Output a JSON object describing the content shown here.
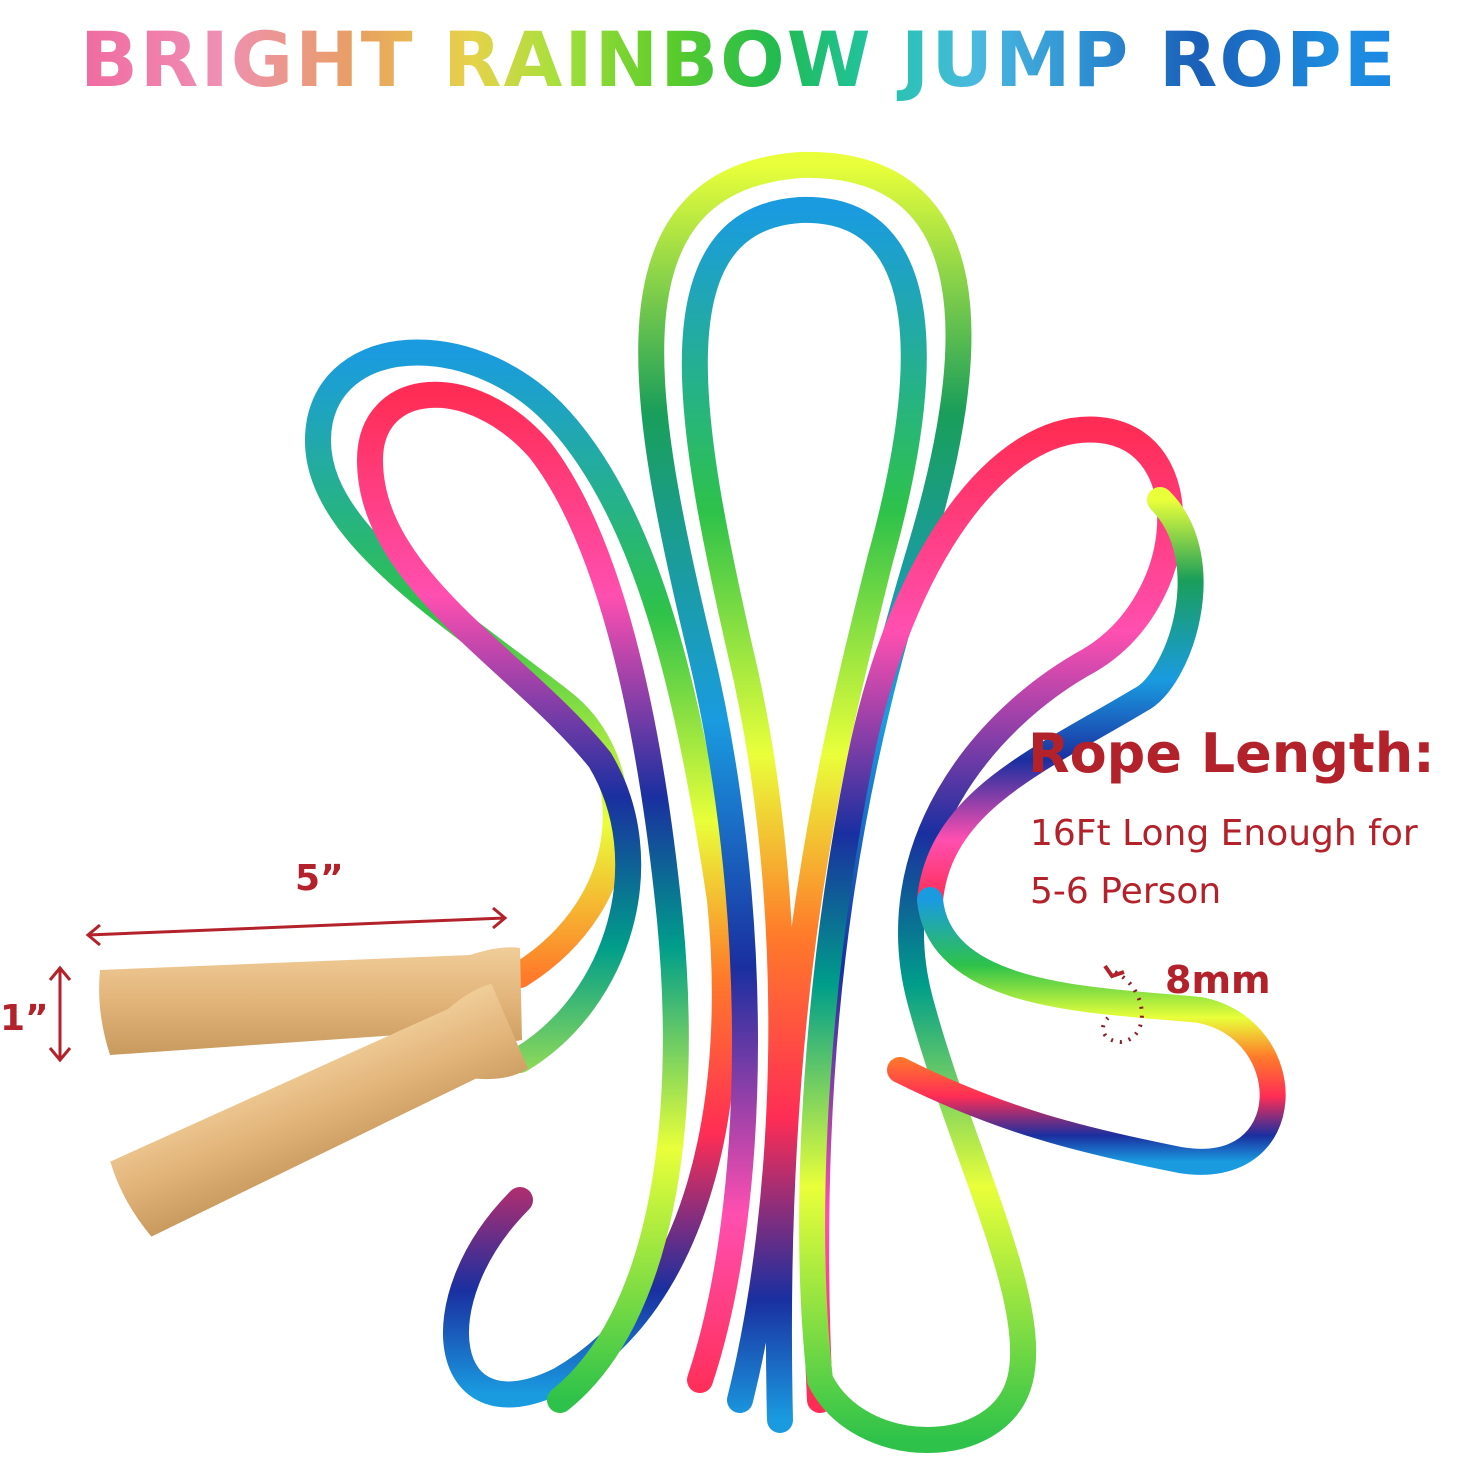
{
  "title": "BRIGHT RAINBOW JUMP ROPE",
  "rope_length": {
    "heading": "Rope Length:",
    "line1": "16Ft Long Enough for",
    "line2": "5-6 Person"
  },
  "dimensions": {
    "diameter": "8mm",
    "handle_length": "5”",
    "handle_width": "1”"
  },
  "colors": {
    "annotation": "#b3222a",
    "wood": "#e2b47a",
    "rope": [
      "#ff2d55",
      "#ff7a2a",
      "#e9ff3a",
      "#2ec24a",
      "#009e8a",
      "#1a9be0",
      "#1a2fa0",
      "#ff4fb0"
    ]
  }
}
